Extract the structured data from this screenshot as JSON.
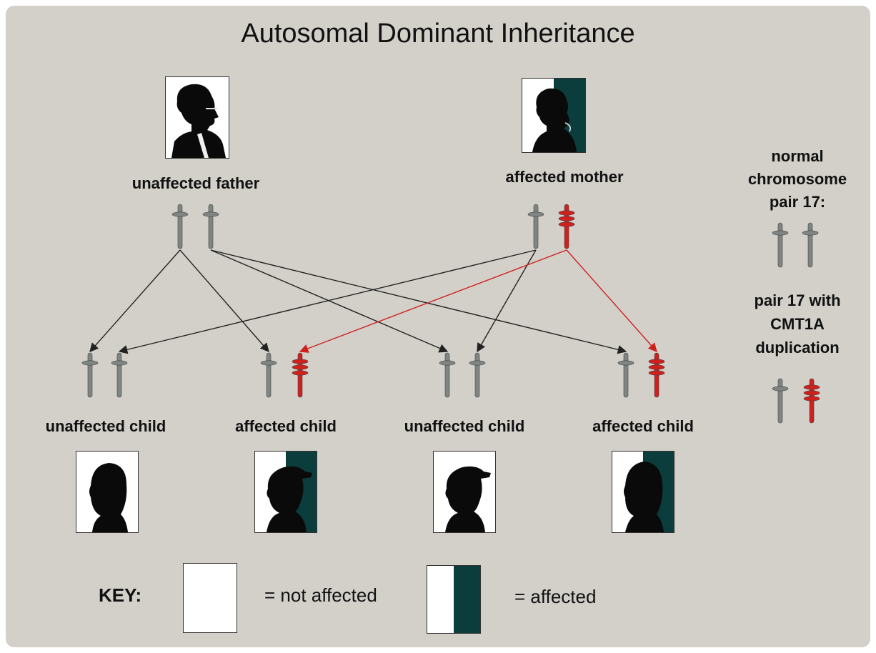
{
  "title": "Autosomal Dominant Inheritance",
  "parents": {
    "father_label": "unaffected father",
    "mother_label": "affected mother"
  },
  "children": [
    {
      "label": "unaffected child",
      "affected": false
    },
    {
      "label": "affected child",
      "affected": true
    },
    {
      "label": "unaffected child",
      "affected": false
    },
    {
      "label": "affected child",
      "affected": true
    }
  ],
  "legend_right": {
    "normal_line1": "normal",
    "normal_line2": "chromosome",
    "normal_line3": "pair 17:",
    "dup_line1": "pair 17 with",
    "dup_line2": "CMT1A",
    "dup_line3": "duplication"
  },
  "key": {
    "label": "KEY:",
    "not_affected": "= not affected",
    "affected": "= affected"
  },
  "colors": {
    "normal_chromosome": "#7f8583",
    "duplicated_chromosome": "#d0201e",
    "affected_fill": "#0b3d3c",
    "normal_arrow": "#222222",
    "affected_arrow": "#d0201e"
  }
}
